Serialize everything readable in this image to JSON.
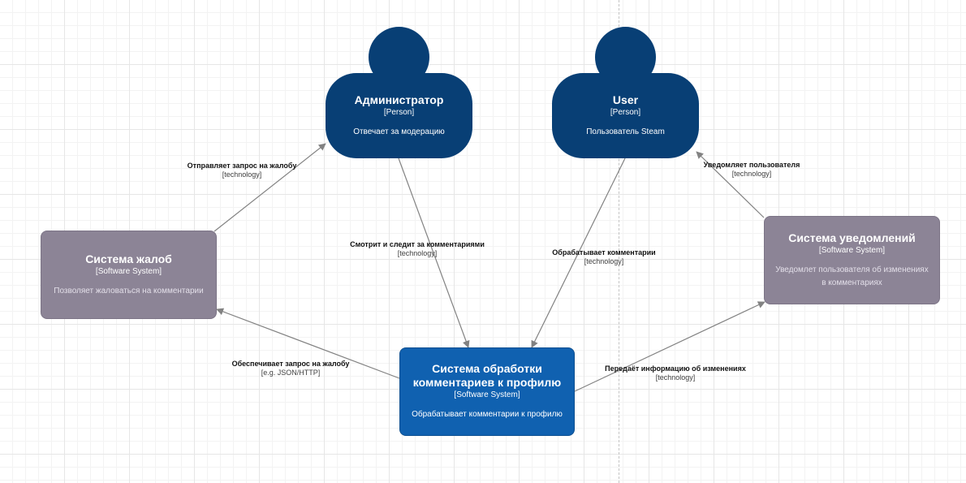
{
  "colors": {
    "person": "#083f75",
    "system_main": "#1061b0",
    "system_external": "#8c8496",
    "edge": "#828282"
  },
  "nodes": {
    "admin": {
      "title": "Администратор",
      "type": "[Person]",
      "description": "Отвечает за модерацию"
    },
    "user": {
      "title": "User",
      "type": "[Person]",
      "description": "Пользователь Steam"
    },
    "complaints": {
      "title": "Система жалоб",
      "type": "[Software System]",
      "description": "Позволяет жаловаться на комментарии"
    },
    "notifications": {
      "title": "Система уведомлений",
      "type": "[Software System]",
      "description": "Уведомлет пользователя об изменениях в комментариях"
    },
    "processing": {
      "title": "Система обработки комментариев к профилю",
      "type": "[Software System]",
      "description": "Обрабатывает комментарии к профилю"
    }
  },
  "edges": {
    "complaints_to_admin": {
      "label": "Отправляет запрос на жалобу",
      "tech": "[technology]"
    },
    "admin_to_processing": {
      "label": "Смотрит и следит за комментариями",
      "tech": "[technology]"
    },
    "user_to_processing": {
      "label": "Обрабатывает комментарии",
      "tech": "[technology]"
    },
    "notifications_to_user": {
      "label": "Уведомляет пользователя",
      "tech": "[technology]"
    },
    "processing_to_complaints": {
      "label": "Обеспечивает запрос на жалобу",
      "tech": "[e.g. JSON/HTTP]"
    },
    "processing_to_notifications": {
      "label": "Передаёт информацию об изменениях",
      "tech": "[technology]"
    }
  }
}
